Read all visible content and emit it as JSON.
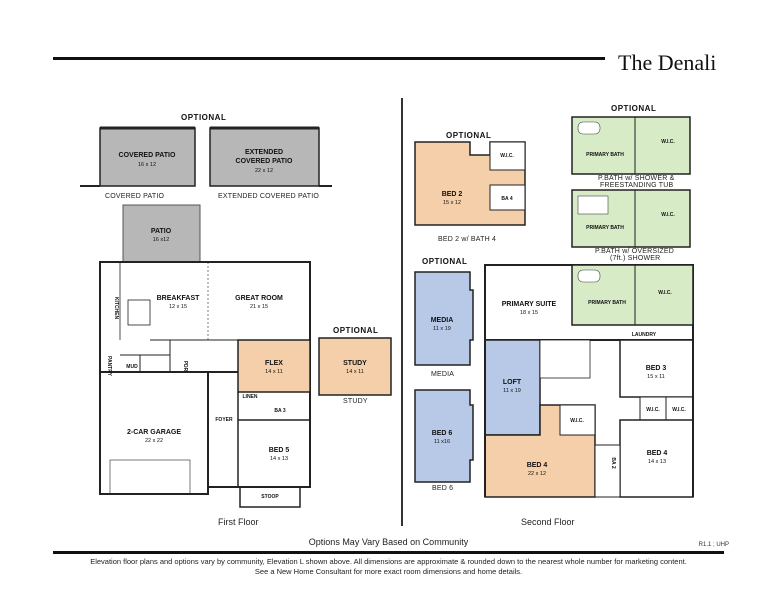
{
  "title": "The Denali",
  "first_floor": {
    "optional_label": "OPTIONAL",
    "covered_patio": {
      "name": "COVERED PATIO",
      "dims": "16 x 12",
      "caption": "COVERED PATIO"
    },
    "extended_patio": {
      "name_line1": "EXTENDED",
      "name_line2": "COVERED PATIO",
      "dims": "22 x 12",
      "caption": "EXTENDED COVERED PATIO"
    },
    "patio": {
      "name": "PATIO",
      "dims": "16 x12"
    },
    "breakfast": {
      "name": "BREAKFAST",
      "dims": "12 x 15"
    },
    "great_room": {
      "name": "GREAT ROOM",
      "dims": "21 x 15"
    },
    "kitchen": "KITCHEN",
    "flex": {
      "name": "FLEX",
      "dims": "14 x 11"
    },
    "study_optional_label": "OPTIONAL",
    "study": {
      "name": "STUDY",
      "dims": "14 x 11",
      "caption": "STUDY"
    },
    "garage": {
      "name": "2-CAR GARAGE",
      "dims": "22 x 22"
    },
    "pantry": "PANTRY",
    "mud": "MUD",
    "pdr": "PDR",
    "foyer": "FOYER",
    "linen": "LINEN",
    "ba3": "BA 3",
    "bed5": {
      "name": "BED 5",
      "dims": "14 x 13"
    },
    "stoop": "STOOP",
    "floor_label": "First Floor"
  },
  "second_floor": {
    "bed2_optional_label": "OPTIONAL",
    "bed2": {
      "name": "BED 2",
      "dims": "15 x 12",
      "caption": "BED 2 w/ BATH 4"
    },
    "bed2_wic": "W.I.C.",
    "bed2_ba4": "BA 4",
    "bath_optional_label": "OPTIONAL",
    "pbath1": {
      "name": "PRIMARY BATH",
      "wic": "W.I.C.",
      "caption_line1": "P.BATH w/ SHOWER &",
      "caption_line2": "FREESTANDING TUB"
    },
    "pbath2": {
      "name": "PRIMARY BATH",
      "wic": "W.I.C.",
      "caption_line1": "P.BATH w/ OVERSIZED",
      "caption_line2": "(7ft.) SHOWER"
    },
    "media_optional_label": "OPTIONAL",
    "media": {
      "name": "MEDIA",
      "dims": "11 x 19",
      "caption": "MEDIA"
    },
    "bed6": {
      "name": "BED 6",
      "dims": "11 x16",
      "caption": "BED 6"
    },
    "primary_suite": {
      "name": "PRIMARY SUITE",
      "dims": "18 x 15"
    },
    "primary_bath": "PRIMARY BATH",
    "primary_wic": "W.I.C.",
    "laundry": "LAUNDRY",
    "loft": {
      "name": "LOFT",
      "dims": "11 x 19"
    },
    "bed3": {
      "name": "BED 3",
      "dims": "15 x 11"
    },
    "wic_a": "W.I.C.",
    "wic_b": "W.I.C.",
    "bed4_wic": "W.I.C.",
    "bed4_left": {
      "name": "BED 4",
      "dims": "22 x 12"
    },
    "ba2": "BA 2",
    "bed4_right": {
      "name": "BED 4",
      "dims": "14 x 13"
    },
    "floor_label": "Second Floor"
  },
  "options_note": "Options May Vary Based on Community",
  "code": "R1.1 ; UHP",
  "disclaimer_line1": "Elevation floor plans and options vary by community, Elevation L shown above. All dimensions are approximate & rounded down to the nearest whole number for marketing content.",
  "disclaimer_line2": "See a New Home Consultant for more exact room dimensions and home details.",
  "colors": {
    "flex": "#f5cfaa",
    "media": "#b7c9e6",
    "bath": "#d6ebc6",
    "patio": "#b7b7b7",
    "wall": "#222222"
  }
}
